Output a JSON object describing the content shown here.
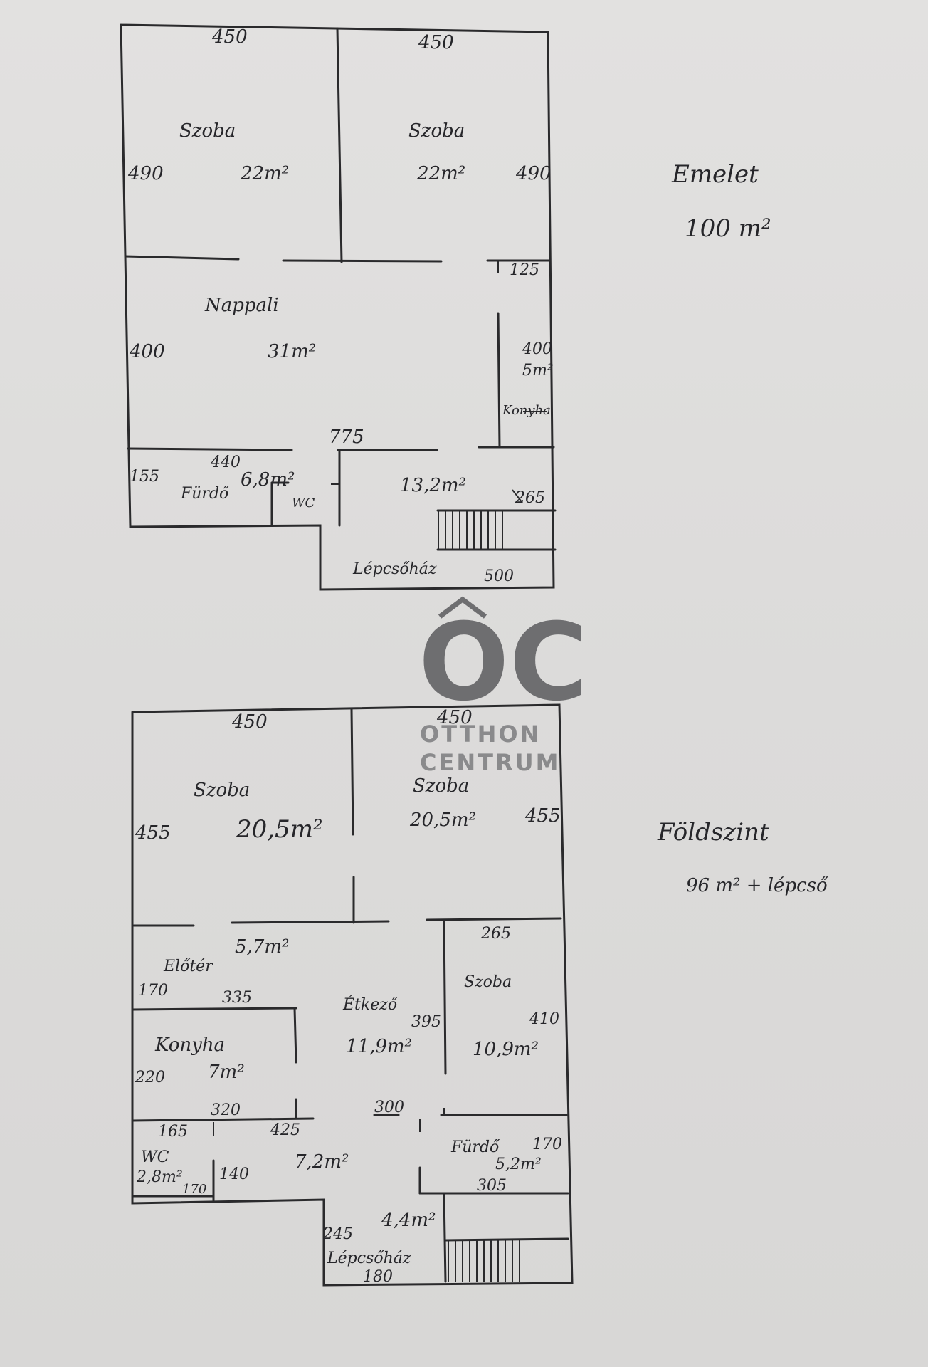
{
  "upper_floor": {
    "title": "Emelet",
    "area": "100 m²",
    "dims": {
      "top_left": "450",
      "top_right": "450",
      "room1_left": "490",
      "room2_right": "490",
      "kitchen_top": "125",
      "living_left": "400",
      "kitchen_right": "400",
      "hall_width": "775",
      "bath_width": "440",
      "bath_left": "155",
      "stairs_side": "265",
      "stair_bottom": "500"
    },
    "rooms": {
      "room1_name": "Szoba",
      "room1_area": "22m²",
      "room2_name": "Szoba",
      "room2_area": "22m²",
      "living_name": "Nappali",
      "living_area": "31m²",
      "kitchen_name": "Konyha",
      "kitchen_area": "5m²",
      "bath_name": "Fürdő",
      "bath_area": "6,8m²",
      "wc": "WC",
      "hall_area": "13,2m²",
      "stairs": "Lépcsőház"
    }
  },
  "ground_floor": {
    "title": "Földszint",
    "area": "96 m² + lépcső",
    "dims": {
      "top_left": "450",
      "top_right": "450",
      "room1_left": "455",
      "room2_right": "455",
      "room3_top": "265",
      "entry_left": "170",
      "kitchen_top": "335",
      "dining_depth": "395",
      "room3_right": "410",
      "kitchen_left": "220",
      "kitchen_bottom": "320",
      "corridor_width": "300",
      "wc_top": "165",
      "corridor_top": "425",
      "bath_right": "170",
      "wc_right": "170",
      "corridor_left": "140",
      "bath_bottom": "305",
      "stair_side": "245",
      "stair_bottom": "180"
    },
    "rooms": {
      "room1_name": "Szoba",
      "room1_area": "20,5m²",
      "room2_name": "Szoba",
      "room2_area": "20,5m²",
      "entry_name": "Előtér",
      "entry_area": "5,7m²",
      "dining_name": "Étkező",
      "dining_area": "11,9m²",
      "room3_name": "Szoba",
      "room3_area": "10,9m²",
      "kitchen_name": "Konyha",
      "kitchen_area": "7m²",
      "bath_name": "Fürdő",
      "bath_area": "5,2m²",
      "wc": "WC",
      "wc_area": "2,8m²",
      "corridor_area": "7,2m²",
      "stair_area": "4,4m²",
      "stairs": "Lépcsőház"
    }
  },
  "watermark": {
    "mark": "OC",
    "line1": "OTTHON",
    "line2": "CENTRUM"
  }
}
